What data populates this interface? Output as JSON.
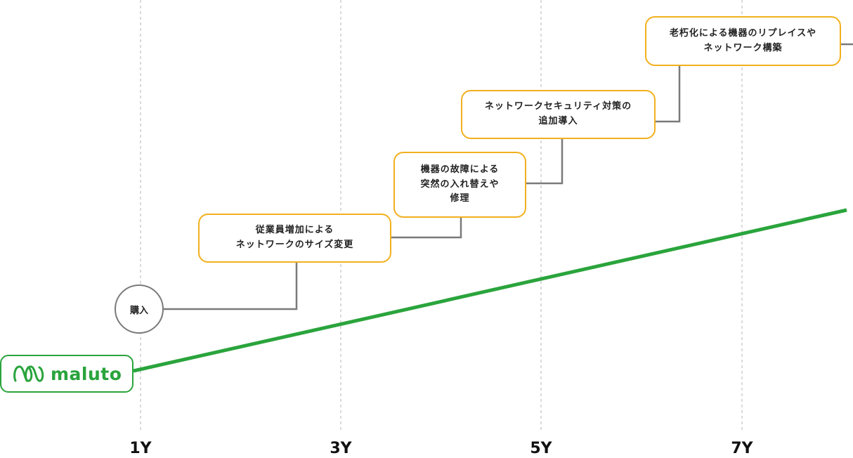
{
  "timeline": {
    "x_labels": [
      "1Y",
      "3Y",
      "5Y",
      "7Y"
    ],
    "start_label": "購入",
    "events": [
      {
        "lines": [
          "従業員増加による",
          "ネットワークのサイズ変更"
        ]
      },
      {
        "lines": [
          "機器の故障による",
          "突然の入れ替えや",
          "修理"
        ]
      },
      {
        "lines": [
          "ネットワークセキュリティ対策の",
          "追加導入"
        ]
      },
      {
        "lines": [
          "老朽化による機器のリプレイスや",
          "ネットワーク構築"
        ]
      }
    ]
  },
  "brand": {
    "name": "maluto",
    "logo_icon": "infinity-loops-icon",
    "color": "#2aa43c"
  },
  "colors": {
    "event_border": "#f2b01e",
    "connector": "#7a7a7a",
    "trend_line": "#2aa43c",
    "grid": "#b5b5b5"
  }
}
